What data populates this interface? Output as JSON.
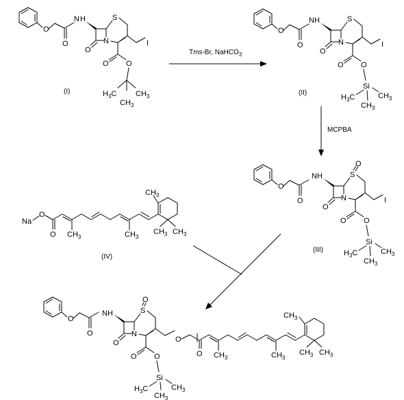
{
  "compounds": {
    "c1": {
      "label": "(I)",
      "atoms": {
        "nh": "H",
        "n_of_nh": "N",
        "o_phenoxy": "O",
        "o_amide": "O",
        "s": "S",
        "n_ring": "N",
        "o_lactam": "O",
        "i": "I",
        "o_carbonyl": "O",
        "o_ester": "O",
        "me1": "H",
        "me1_sub": "3",
        "me1_c": "C",
        "me2": "CH",
        "me2_sub": "3",
        "me3": "CH",
        "me3_sub": "3"
      }
    },
    "c2": {
      "label": "(II)",
      "atoms": {
        "nh": "NH",
        "o_phenoxy": "O",
        "o_amide": "O",
        "s": "S",
        "n_ring": "N",
        "o_lactam": "O",
        "i": "I",
        "o_carbonyl": "O",
        "o_ester": "O",
        "si": "Si",
        "me_l": "H",
        "me_l_sub": "3",
        "me_l_c": "C",
        "me_r": "CH",
        "me_r_sub": "3",
        "me_b": "CH",
        "me_b_sub": "3"
      }
    },
    "c3": {
      "label": "(III)",
      "atoms": {
        "nh": "NH",
        "o_phenoxy": "O",
        "o_amide": "O",
        "s": "S",
        "o_sulfoxide": "O",
        "n_ring": "N",
        "o_lactam": "O",
        "i": "I",
        "o_carbonyl": "O",
        "o_ester": "O",
        "si": "Si",
        "me_l": "H",
        "me_l_sub": "3",
        "me_l_c": "C",
        "me_r": "CH",
        "me_r_sub": "3",
        "me_b": "CH",
        "me_b_sub": "3"
      }
    },
    "c4": {
      "label": "(IV)",
      "atoms": {
        "na": "Na",
        "o_na": "O",
        "o_carbonyl": "O",
        "me_a": "CH",
        "me_a_sub": "3",
        "me_b": "CH",
        "me_b_sub": "3",
        "me_ring": "CH",
        "me_ring_sub": "3",
        "me_g1": "CH",
        "me_g1_sub": "3",
        "me_g2": "CH",
        "me_g2_sub": "3"
      }
    },
    "product": {
      "atoms": {
        "nh": "NH",
        "o_phenoxy": "O",
        "o_amide": "O",
        "s": "S",
        "o_sulfoxide": "O",
        "n_ring": "N",
        "o_lactam": "O",
        "o_link": "O",
        "o_ret_carbonyl": "O",
        "o_carbonyl": "O",
        "o_ester": "O",
        "si": "Si",
        "me_l": "H",
        "me_l_sub": "3",
        "me_l_c": "C",
        "me_r": "CH",
        "me_r_sub": "3",
        "me_b": "CH",
        "me_b_sub": "3",
        "me_a": "CH",
        "me_a_sub": "3",
        "me_b2": "CH",
        "me_b2_sub": "3",
        "me_ring": "CH",
        "me_ring_sub": "3",
        "me_g1": "CH",
        "me_g1_sub": "3",
        "me_g2": "CH",
        "me_g2_sub": "3"
      }
    }
  },
  "reactions": {
    "step1": {
      "reagent": "Tms-Br, NaHCO",
      "reagent_sub": "3"
    },
    "step2": {
      "reagent": "MCPBA"
    }
  }
}
